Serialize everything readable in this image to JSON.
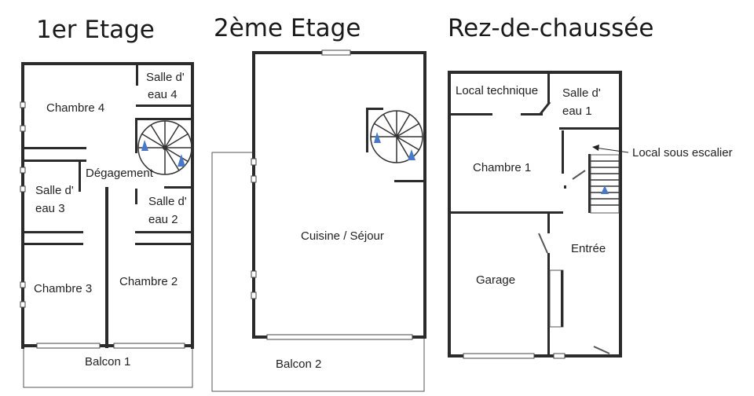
{
  "floors": {
    "first": {
      "title": "1er Etage",
      "rooms": {
        "salle_eau_4": [
          "Salle d'",
          "eau 4"
        ],
        "chambre_4": "Chambre 4",
        "degagement": "Dégagement",
        "salle_eau_3": [
          "Salle d'",
          "eau 3"
        ],
        "salle_eau_2": [
          "Salle d'",
          "eau 2"
        ],
        "chambre_3": "Chambre 3",
        "chambre_2": "Chambre 2",
        "balcon_1": "Balcon 1"
      }
    },
    "second": {
      "title": "2ème Etage",
      "rooms": {
        "cuisine_sejour": "Cuisine / Séjour",
        "balcon_2": "Balcon 2"
      }
    },
    "ground": {
      "title": "Rez-de-chaussée",
      "rooms": {
        "local_technique": "Local technique",
        "salle_eau_1": [
          "Salle d'",
          "eau 1"
        ],
        "chambre_1": "Chambre 1",
        "local_sous_escalier": "Local sous escalier",
        "entree": "Entrée",
        "garage": "Garage"
      }
    }
  },
  "colors": {
    "walls": "#2b2b2b",
    "stair_arrow": "#4a78c8"
  }
}
